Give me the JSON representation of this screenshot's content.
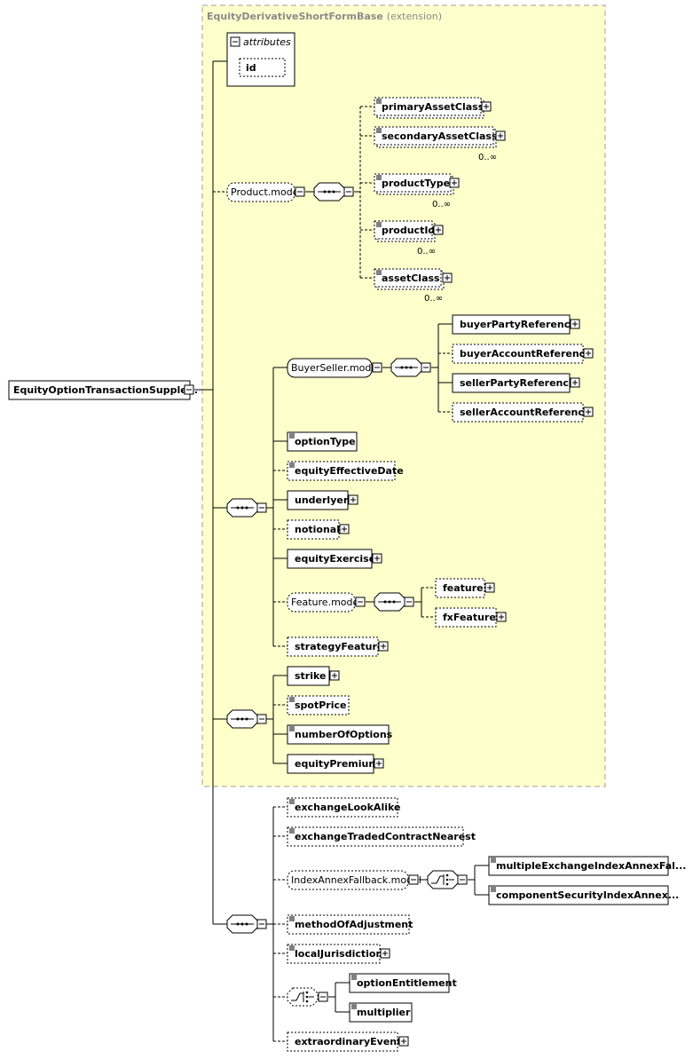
{
  "extension": {
    "base": "EquityDerivativeShortFormBase",
    "suffix": "(extension)"
  },
  "root": {
    "label": "EquityOptionTransactionSupple..."
  },
  "attributes": {
    "label": "attributes",
    "items": [
      "id"
    ]
  },
  "product_model": {
    "label": "Product.model",
    "items": [
      {
        "label": "primaryAssetClass",
        "occurrence": ""
      },
      {
        "label": "secondaryAssetClass",
        "occurrence": "0..∞"
      },
      {
        "label": "productType",
        "occurrence": "0..∞"
      },
      {
        "label": "productId",
        "occurrence": "0..∞"
      },
      {
        "label": "assetClass",
        "occurrence": "0..∞"
      }
    ]
  },
  "buyer_seller_model": {
    "label": "BuyerSeller.model",
    "items": [
      "buyerPartyReference",
      "buyerAccountReference",
      "sellerPartyReference",
      "sellerAccountReference"
    ]
  },
  "option_elements": [
    "optionType",
    "equityEffectiveDate",
    "underlyer",
    "notional",
    "equityExercise"
  ],
  "feature_model": {
    "label": "Feature.model",
    "items": [
      "feature",
      "fxFeature"
    ]
  },
  "strategy_feature": "strategyFeature",
  "price_elements": [
    "strike",
    "spotPrice",
    "numberOfOptions",
    "equityPremium"
  ],
  "transaction_elements": [
    "exchangeLookAlike",
    "exchangeTradedContractNearest"
  ],
  "index_annex_fallback_model": {
    "label": "IndexAnnexFallback.model",
    "items": [
      "multipleExchangeIndexAnnexFal...",
      "componentSecurityIndexAnnex..."
    ]
  },
  "adjustment_elements": [
    "methodOfAdjustment",
    "localJurisdiction"
  ],
  "entitlement_choice": [
    "optionEntitlement",
    "multiplier"
  ],
  "extraordinary_events": "extraordinaryEvents",
  "colors": {
    "extension_fill": "#ffffcc",
    "extension_border": "#9f9f9f",
    "line": "#000000"
  }
}
